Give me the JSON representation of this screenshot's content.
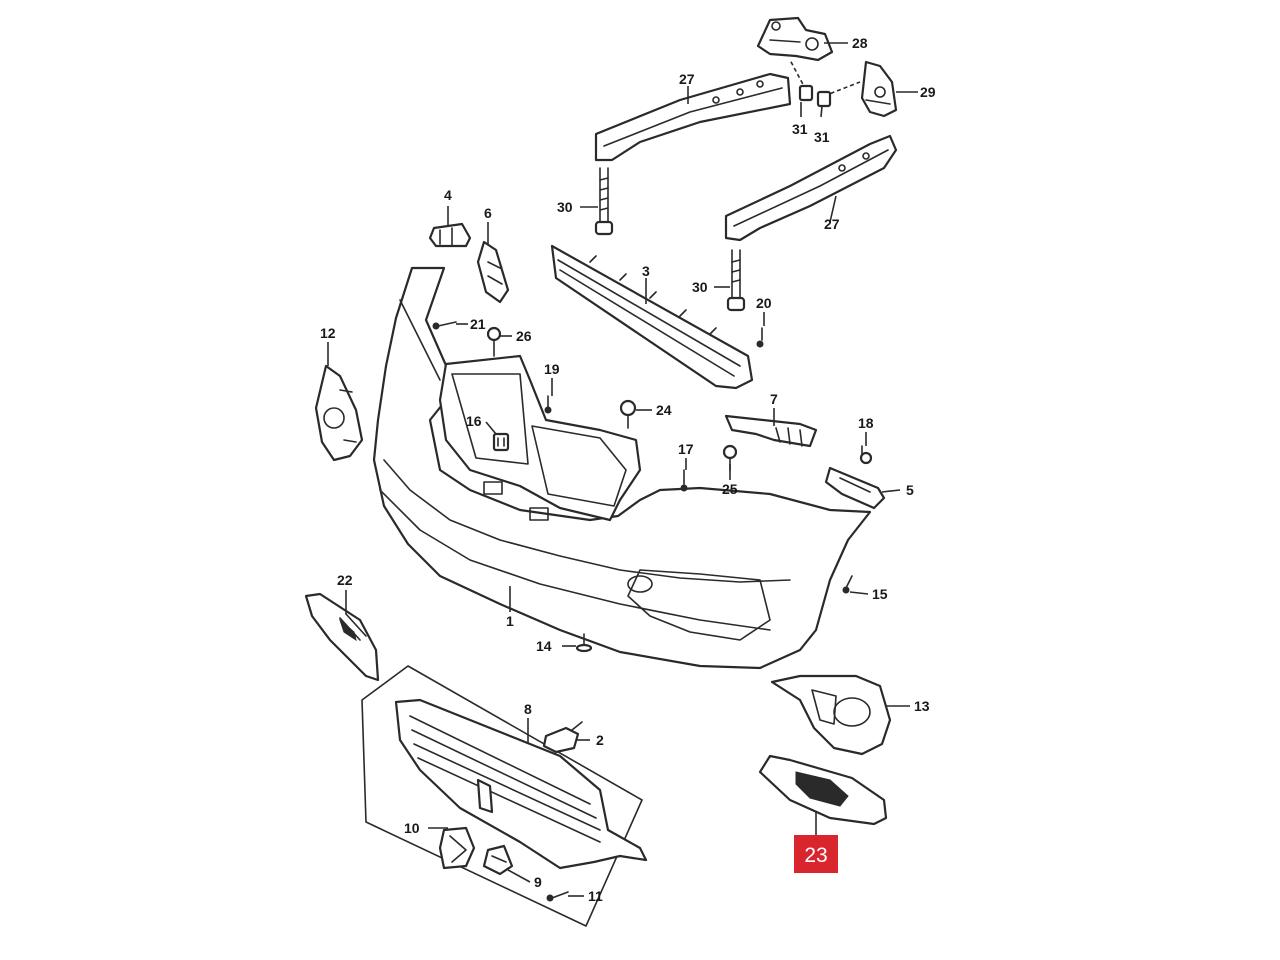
{
  "callouts": {
    "p1": "1",
    "p2": "2",
    "p3": "3",
    "p4": "4",
    "p5": "5",
    "p6": "6",
    "p7": "7",
    "p8": "8",
    "p9": "9",
    "p10": "10",
    "p11": "11",
    "p12": "12",
    "p13": "13",
    "p14": "14",
    "p15": "15",
    "p16": "16",
    "p17": "17",
    "p18": "18",
    "p19": "19",
    "p20": "20",
    "p21": "21",
    "p22": "22",
    "p24": "24",
    "p25": "25",
    "p26": "26",
    "p27a": "27",
    "p27b": "27",
    "p28": "28",
    "p29": "29",
    "p30a": "30",
    "p30b": "30",
    "p31a": "31",
    "p31b": "31"
  },
  "highlight": {
    "label": "23",
    "color": "#d9262e"
  }
}
